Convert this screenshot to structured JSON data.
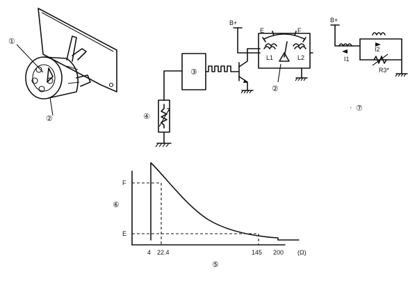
{
  "callouts": {
    "c1": "①",
    "c2a": "②",
    "c2b": "②",
    "c3": "③",
    "c4": "④",
    "c5": "⑤",
    "c6": "⑥",
    "c7": "⑦"
  },
  "circuit": {
    "supply": "B+",
    "gauge_empty": "E",
    "gauge_full": "F",
    "coil1": "L1",
    "coil2": "L2"
  },
  "equivalent": {
    "supply": "B+",
    "current1": "I1",
    "current2": "I2",
    "resistor": "R3*"
  },
  "graph": {
    "y_ticks": [
      "F",
      "E"
    ],
    "x_ticks": [
      "4",
      "22.4",
      "145",
      "200"
    ],
    "x_unit": "(Ω)"
  },
  "stray_marks": [
    "·"
  ]
}
